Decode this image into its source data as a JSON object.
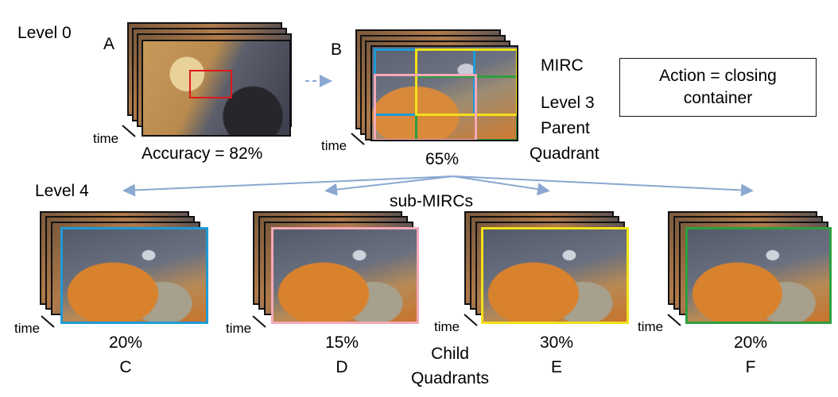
{
  "labels": {
    "level0": "Level 0",
    "a": "A",
    "b": "B",
    "time_a": "time",
    "time_b": "time",
    "time_c": "time",
    "time_d": "time",
    "time_e": "time",
    "time_f": "time",
    "accuracy": "Accuracy = 82%",
    "mirc": "MIRC",
    "level3": "Level 3",
    "parent": "Parent",
    "quadrant": "Quadrant",
    "pct_b": "65%",
    "level4": "Level 4",
    "submircs": "sub-MIRCs",
    "action": "Action = closing container",
    "child": "Child",
    "quadrants": "Quadrants"
  },
  "children": [
    {
      "pct": "20%",
      "letter": "C",
      "color": "#1f9ad6"
    },
    {
      "pct": "15%",
      "letter": "D",
      "color": "#f4a9b8"
    },
    {
      "pct": "30%",
      "letter": "E",
      "color": "#f2e01a"
    },
    {
      "pct": "20%",
      "letter": "F",
      "color": "#2e9e3e"
    }
  ],
  "colors": {
    "roi": "#e0161b",
    "arrow": "#8aa8d0",
    "blue": "#1f9ad6",
    "pink": "#f4a9b8",
    "yellow": "#f2e01a",
    "green": "#2e9e3e"
  }
}
